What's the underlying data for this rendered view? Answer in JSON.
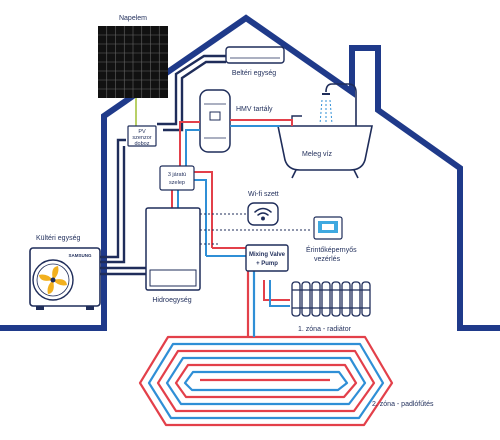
{
  "labels": {
    "napelem": "Napelem",
    "belteri_egyseg": "Beltéri egység",
    "hmv_tartaly": "HMV tartály",
    "pv_szenzor": [
      "PV",
      "szenzor",
      "doboz"
    ],
    "meleg_viz": "Meleg víz",
    "harom_jaratu_szelep": [
      "3 járatú",
      "szelep"
    ],
    "wifi_szett": "Wi-fi szett",
    "kulteri_egyseg": "Kültéri egység",
    "samsung": "SAMSUNG",
    "erintokepernyos_vezerles": [
      "Érintőképernyős",
      "vezérlés"
    ],
    "mixing_valve_pump": [
      "Mixing Valve",
      "+ Pump"
    ],
    "hidroegyseg": "Hidroegység",
    "zona1": "1. zóna - radiátor",
    "zona2": "2. zóna - padlófűtés"
  },
  "colors": {
    "house_outline": "#1f3a8a",
    "component_outline": "#1f2d5a",
    "hot_pipe": "#e3404a",
    "cold_pipe": "#2f8fd6",
    "refrigerant_pipe": "#1f2d5a",
    "solar_link": "#a6c441",
    "accent_yellow": "#f2b01e",
    "screen_blue": "#3fa9e0"
  }
}
